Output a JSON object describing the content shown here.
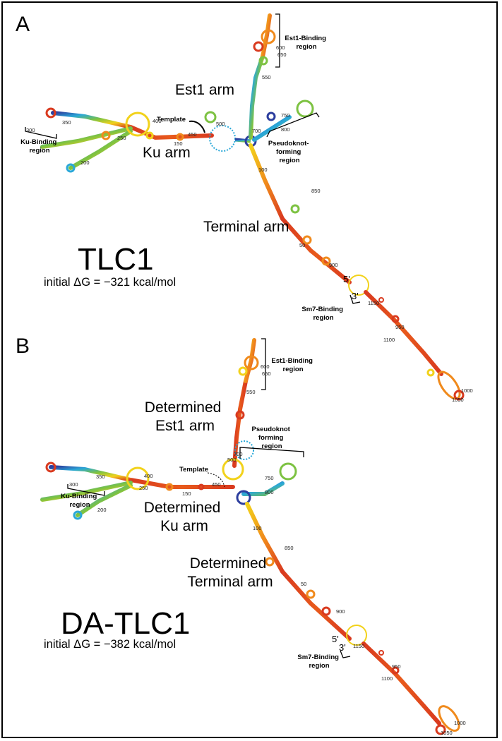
{
  "panels": [
    {
      "letter": "A",
      "title": "TLC1",
      "delta_g": "initial ΔG = −321 kcal/mol",
      "arms": {
        "est1": [
          "Est1 arm"
        ],
        "ku": [
          "Ku arm"
        ],
        "terminal": [
          "Terminal arm"
        ]
      },
      "regions": {
        "est1_binding": [
          "Est1-Binding",
          "region"
        ],
        "ku_binding": [
          "Ku-Binding",
          "region"
        ],
        "pseudoknot": [
          "Pseudoknot-",
          "forming",
          "region"
        ],
        "sm7": [
          "Sm7-Binding",
          "region"
        ],
        "template": "Template"
      },
      "ends": {
        "five": "5'",
        "three": "3'"
      },
      "numbers": {
        "n600": "600",
        "n650": "650",
        "n550": "550",
        "n750": "750",
        "n700": "700",
        "n800": "800",
        "n500": "500",
        "n450": "450",
        "n400": "400",
        "n350": "350",
        "n300": "300",
        "n250": "250",
        "n200": "200",
        "n150": "150",
        "n100": "100",
        "n850": "850",
        "n50": "50",
        "n900": "900",
        "n1150": "1150",
        "n950": "950",
        "n1100": "1100",
        "n1000": "1000",
        "n1050": "1050"
      }
    },
    {
      "letter": "B",
      "title": "DA-TLC1",
      "delta_g": "initial ΔG = −382 kcal/mol",
      "arms": {
        "est1": [
          "Determined",
          "Est1 arm"
        ],
        "ku": [
          "Determined",
          "Ku arm"
        ],
        "terminal": [
          "Determined",
          "Terminal arm"
        ]
      },
      "regions": {
        "est1_binding": [
          "Est1-Binding",
          "region"
        ],
        "ku_binding": [
          "Ku-Binding",
          "region"
        ],
        "pseudoknot": [
          "Pseudoknot",
          "forming",
          "region"
        ],
        "sm7": [
          "Sm7-Binding",
          "region"
        ],
        "template": "Template"
      },
      "ends": {
        "five": "5'",
        "three": "3'"
      },
      "numbers": {
        "n600": "600",
        "n650": "650",
        "n550": "550",
        "n750": "750",
        "n700": "700",
        "n800": "800",
        "n500": "500",
        "n450": "450",
        "n400": "400",
        "n350": "350",
        "n300": "300",
        "n250": "250",
        "n200": "200",
        "n150": "150",
        "n100": "100",
        "n850": "850",
        "n50": "50",
        "n900": "900",
        "n1150": "1150",
        "n950": "950",
        "n1100": "1100",
        "n1000": "1000",
        "n1050": "1050"
      }
    }
  ],
  "colors": {
    "high": "#d93a1f",
    "mid_high": "#f08a1c",
    "mid": "#f2d21b",
    "mid_low": "#7dc242",
    "low_a": "#2aa8d8",
    "low_b": "#2c3e9e"
  }
}
